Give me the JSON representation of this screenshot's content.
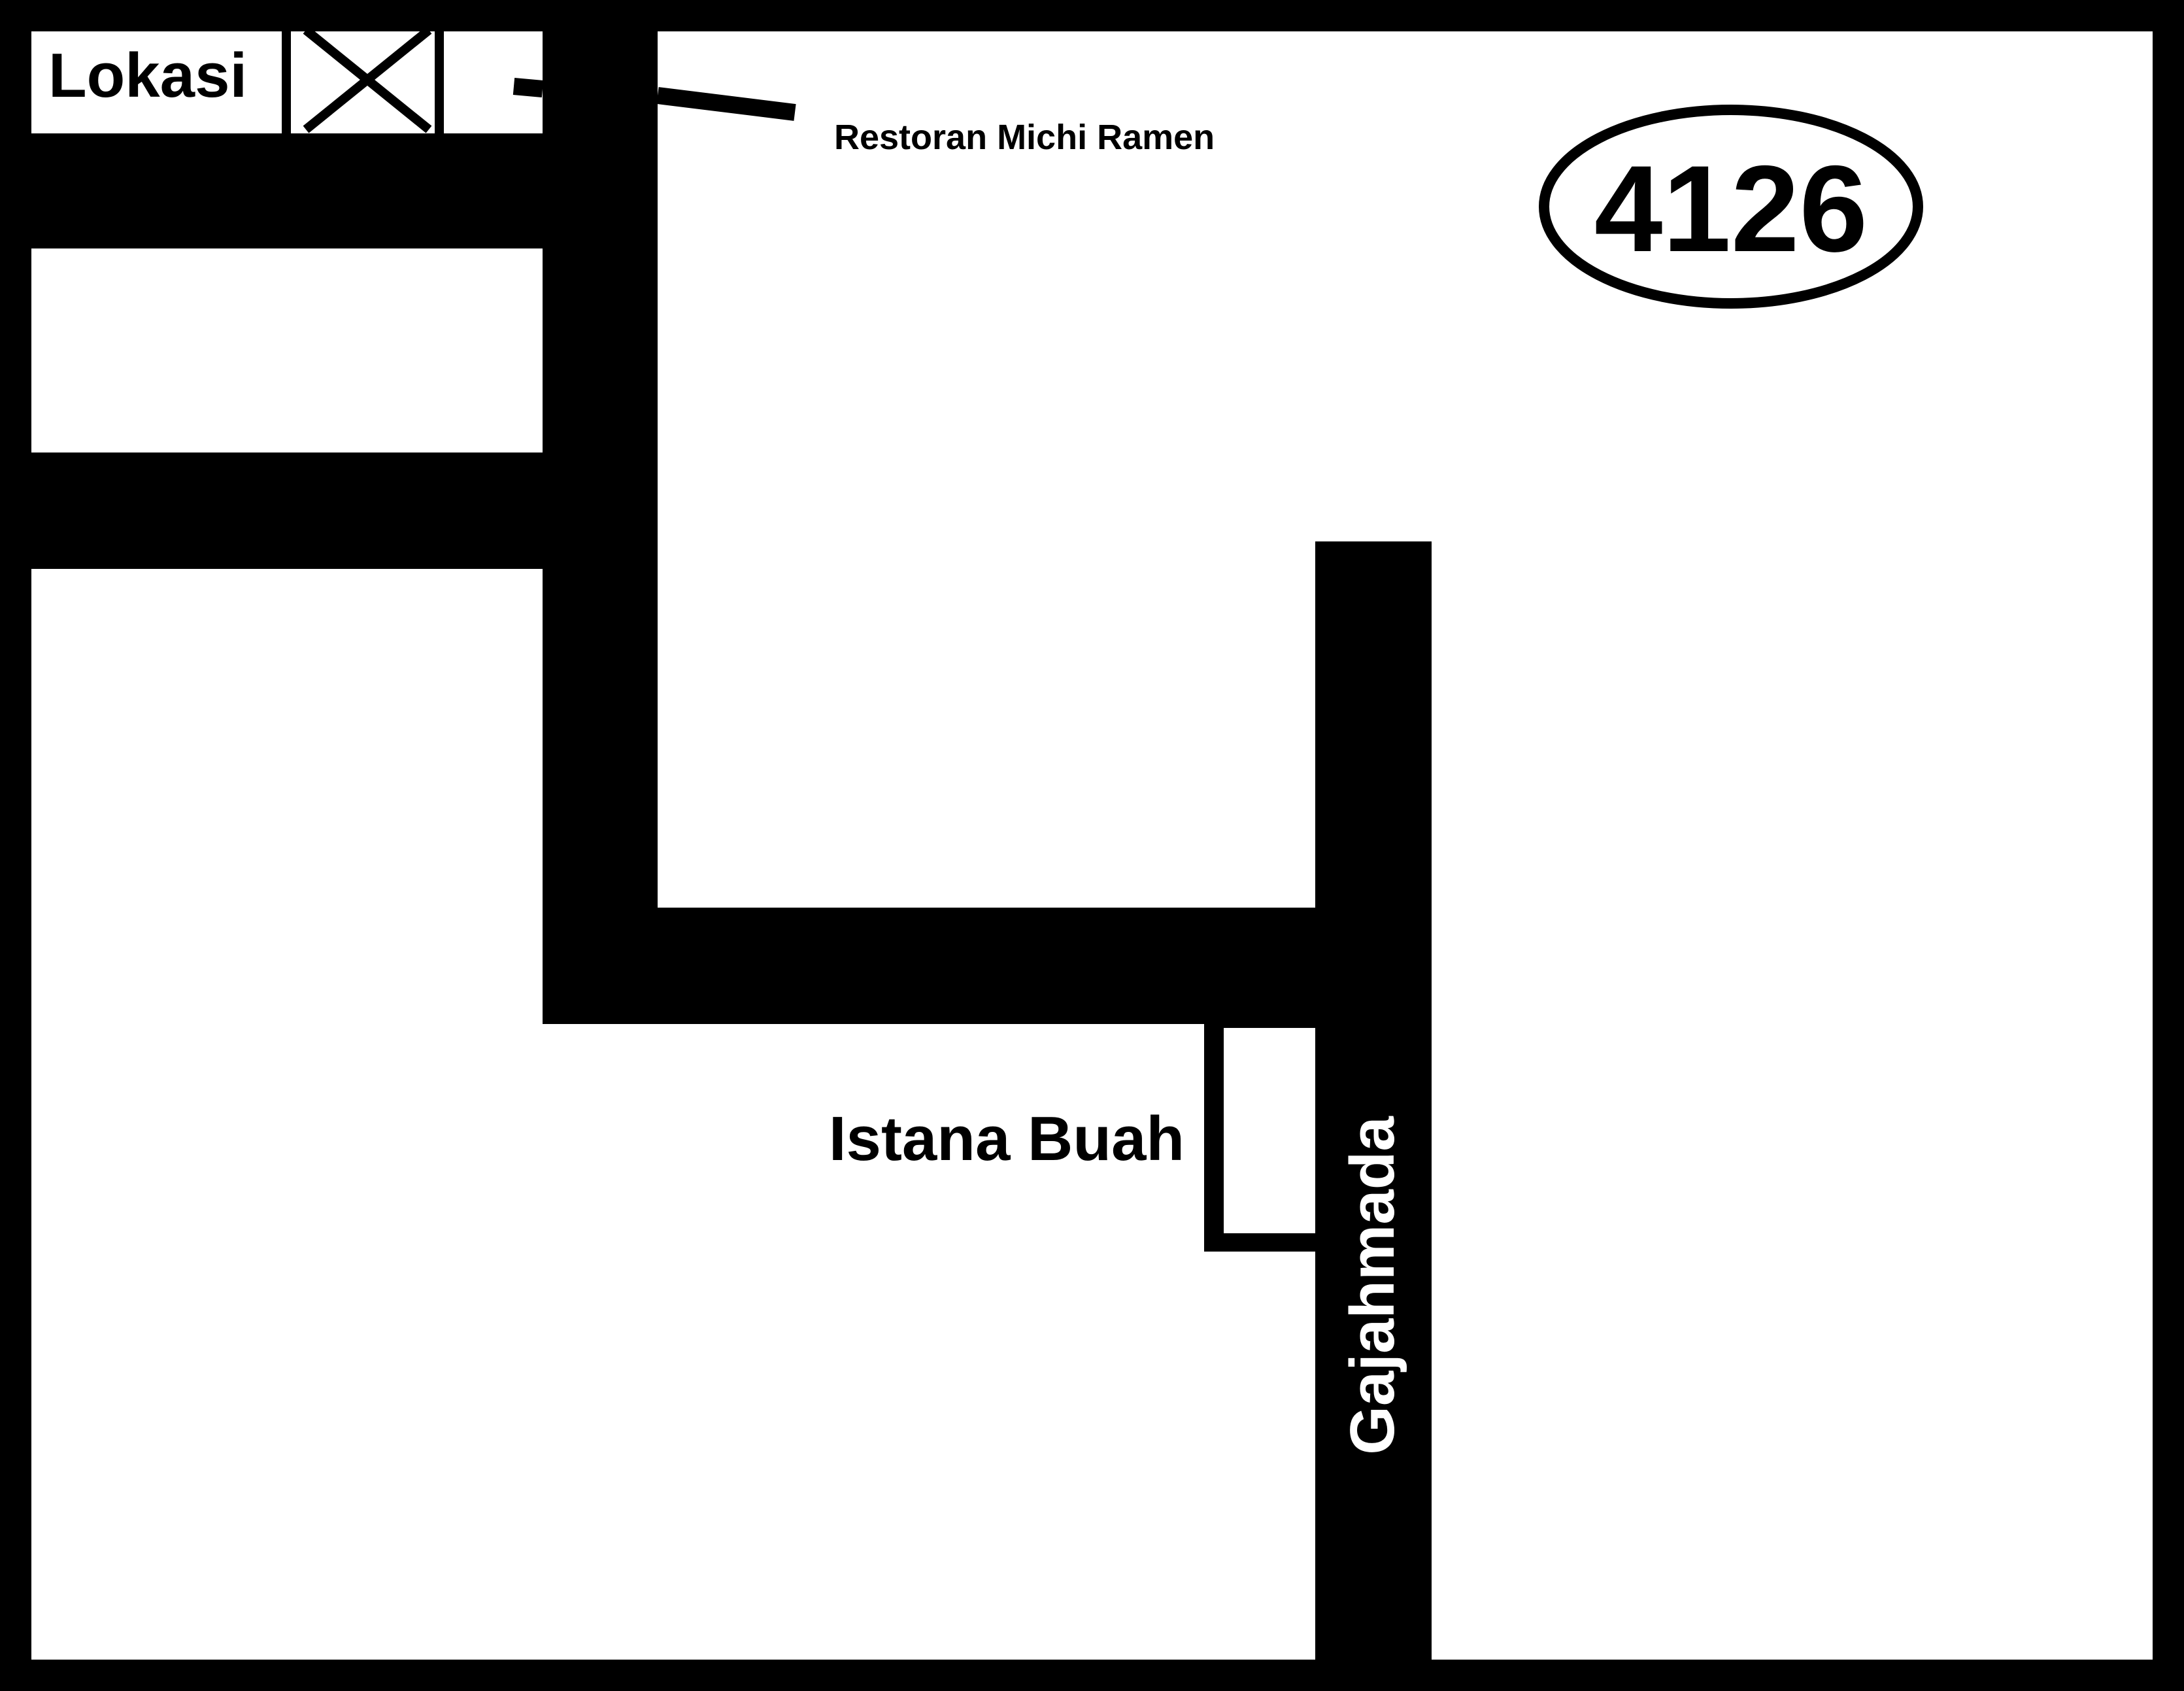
{
  "map": {
    "location_label": "Lokasi",
    "restaurant_label": "Restoran Michi Ramen",
    "number_badge": "4126",
    "shop_label": "Istana Buah",
    "street_label": "Gajahmada",
    "colors": {
      "road": "#000000",
      "background": "#ffffff",
      "street_text": "#ffffff"
    },
    "icons": [
      "location-cross-marker-icon"
    ]
  }
}
